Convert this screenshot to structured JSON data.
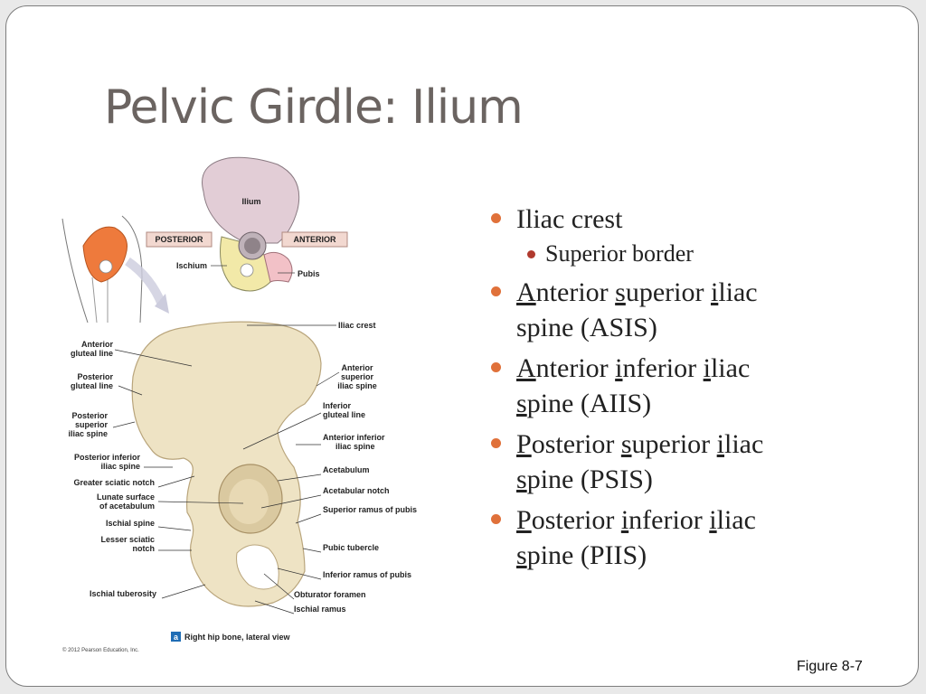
{
  "slide": {
    "title": "Pelvic Girdle:  Ilium",
    "figure_ref": "Figure 8-7"
  },
  "bullets": {
    "b1": {
      "first": "I",
      "rest": "liac crest"
    },
    "b1_sub": "Superior border",
    "b2": {
      "a": "A",
      "a_rest": "nterior ",
      "b": "s",
      "b_rest": "uperior ",
      "c": "i",
      "c_rest": "liac",
      "line2": "spine (ASIS)"
    },
    "b3": {
      "a": "A",
      "a_rest": "nterior ",
      "b": "i",
      "b_rest": "nferior ",
      "c": "i",
      "c_rest": "liac",
      "line2a": "s",
      "line2_rest": "pine (AIIS)"
    },
    "b4": {
      "a": "P",
      "a_rest": "osterior ",
      "b": "s",
      "b_rest": "uperior ",
      "c": "i",
      "c_rest": "liac",
      "line2a": "s",
      "line2_rest": "pine (PSIS)"
    },
    "b5": {
      "a": "P",
      "a_rest": "osterior ",
      "b": "i",
      "b_rest": "nferior ",
      "c": "i",
      "c_rest": "liac",
      "line2a": "s",
      "line2_rest": "pine (PIIS)"
    }
  },
  "diagram": {
    "small_labels": {
      "ilium": "Ilium",
      "posterior": "POSTERIOR",
      "anterior": "ANTERIOR",
      "ischium": "Ischium",
      "pubis": "Pubis"
    },
    "left_labels": [
      "Anterior",
      "gluteal line",
      "Posterior",
      "gluteal line",
      "Posterior",
      "superior",
      "iliac spine",
      "Posterior inferior",
      "iliac spine",
      "Greater sciatic notch",
      "Lunate surface",
      "of acetabulum",
      "Ischial spine",
      "Lesser sciatic",
      "notch",
      "Ischial tuberosity"
    ],
    "right_labels": [
      "Iliac crest",
      "Anterior",
      "superior",
      "iliac spine",
      "Inferior",
      "gluteal line",
      "Anterior inferior",
      "iliac spine",
      "Acetabulum",
      "Acetabular notch",
      "Superior ramus of pubis",
      "Pubic tubercle",
      "Inferior ramus of pubis",
      "Obturator foramen",
      "Ischial ramus"
    ],
    "caption_letter": "a",
    "caption": "Right hip bone, lateral view",
    "copyright": "© 2012 Pearson Education, Inc.",
    "colors": {
      "ilium": "#e2cdd6",
      "ischium": "#f2e9a8",
      "pubis": "#f2c1c7",
      "bone": "#eee3c4",
      "hip_orange": "#ee7a3c"
    }
  }
}
